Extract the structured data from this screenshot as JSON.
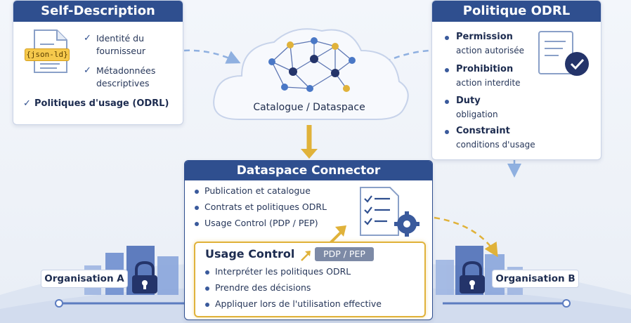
{
  "self_description": {
    "title": "Self-Description",
    "doc_tag": "{json-ld}",
    "items": [
      "Identité du",
      "fournisseur",
      "Métadonnées",
      "descriptives"
    ],
    "highlight": "Politiques d'usage (ODRL)"
  },
  "odrl": {
    "title": "Politique ODRL",
    "items": [
      {
        "term": "Permission",
        "desc": "action autorisée"
      },
      {
        "term": "Prohibition",
        "desc": "action interdite"
      },
      {
        "term": "Duty",
        "desc": "obligation"
      },
      {
        "term": "Constraint",
        "desc": "conditions d'usage"
      }
    ]
  },
  "catalogue": {
    "label": "Catalogue / Dataspace"
  },
  "connector": {
    "title": "Dataspace Connector",
    "items": [
      "Publication et catalogue",
      "Contrats et politiques ODRL",
      "Usage Control (PDP / PEP)"
    ]
  },
  "usage_control": {
    "title": "Usage Control",
    "badge": "PDP / PEP",
    "items": [
      "Interpréter les politiques ODRL",
      "Prendre des décisions",
      "Appliquer lors de l'utilisation effective"
    ]
  },
  "org_a": {
    "label": "Organisation A"
  },
  "org_b": {
    "label": "Organisation B"
  },
  "colors": {
    "navy": "#2f4f8f",
    "gold": "#e0b23a",
    "node_dark": "#24346a",
    "node_blue": "#4a78c6"
  }
}
